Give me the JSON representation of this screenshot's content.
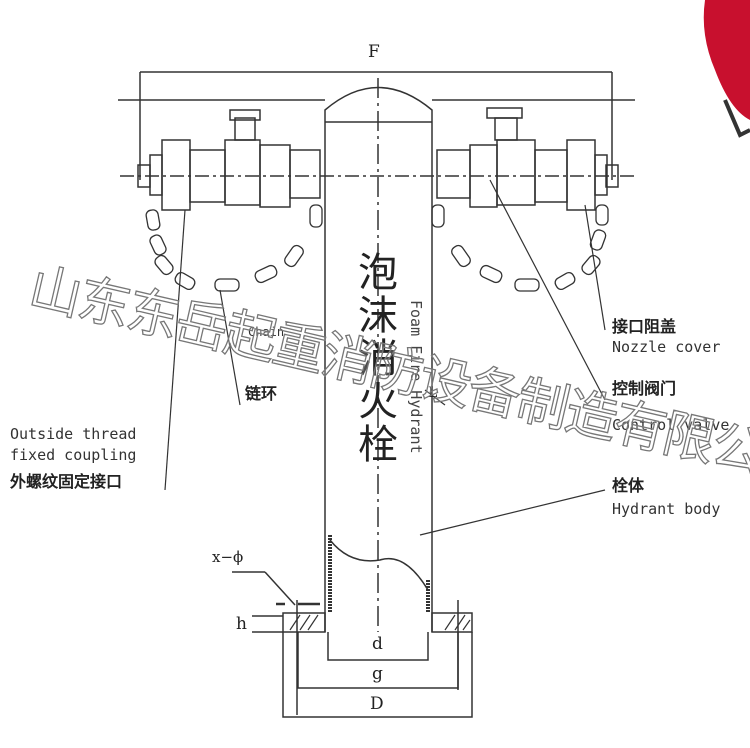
{
  "diagram": {
    "title_cn": "泡沫消火栓",
    "title_en": "Foam Fire Hydrant",
    "dimensions": {
      "F": "F",
      "L": "L",
      "x_phi": "x−ϕ",
      "h": "h",
      "d": "d",
      "g": "g",
      "D": "D"
    },
    "labels": {
      "chain_en": "Chain",
      "chain_cn": "链环",
      "coupling_en_1": "Outside thread",
      "coupling_en_2": "fixed coupling",
      "coupling_cn": "外螺纹固定接口",
      "nozzle_cn": "接口阻盖",
      "nozzle_en": "Nozzle cover",
      "valve_cn": "控制阀门",
      "valve_en": "Control valve",
      "body_cn": "栓体",
      "body_en": "Hydrant body"
    },
    "watermark": "山东东岳起重消防设备制造有限公司",
    "colors": {
      "line": "#333333",
      "accent_red": "#c8102e"
    }
  }
}
